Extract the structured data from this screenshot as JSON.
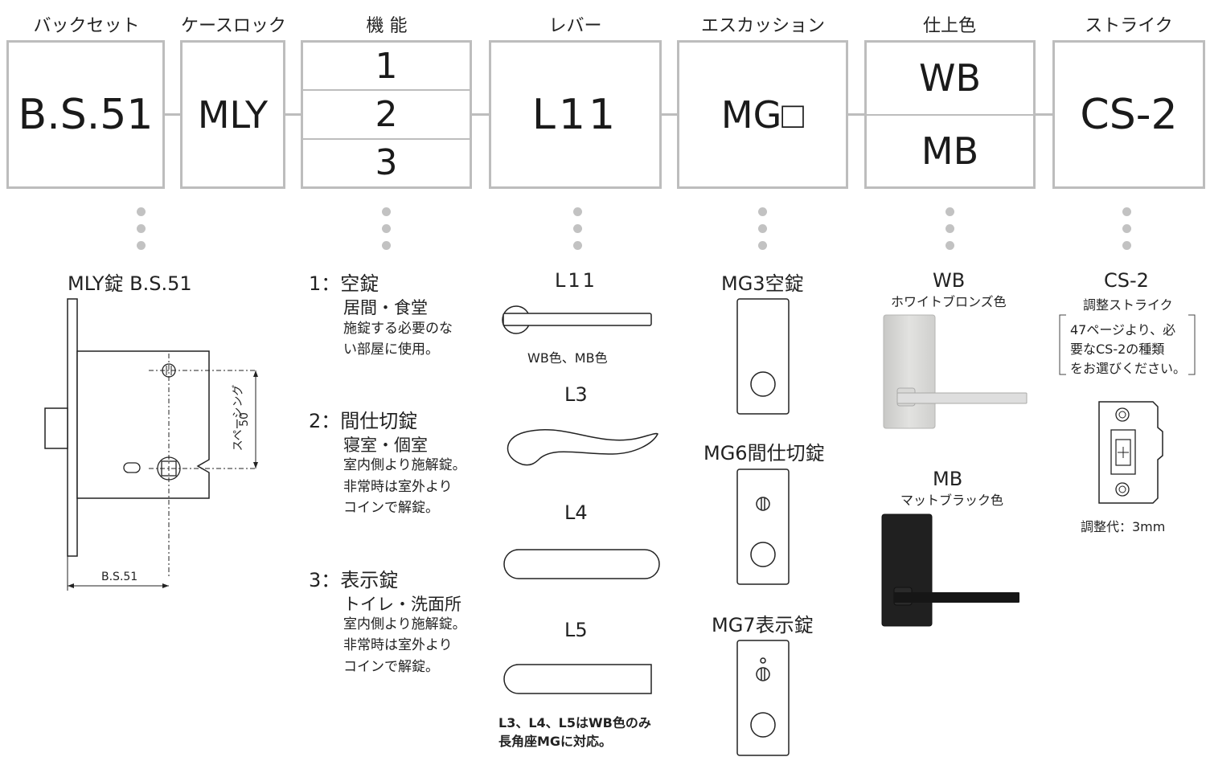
{
  "headers": [
    "バックセット",
    "ケースロック",
    "機 能",
    "レバー",
    "エスカッション",
    "仕上色",
    "ストライク"
  ],
  "boxes": {
    "backset": "B.S.51",
    "caselock": "MLY",
    "functions": [
      "1",
      "2",
      "3"
    ],
    "lever": "L11",
    "escutcheon": "MG",
    "escutcheon_placeholder": "□",
    "finish": [
      "WB",
      "MB"
    ],
    "strike": "CS-2"
  },
  "lock": {
    "title": "MLY錠 B.S.51",
    "spacing_label": "スペーシング",
    "spacing_value": "50",
    "bs_label": "B.S.51"
  },
  "functions": [
    {
      "title": "1：空錠",
      "room": "居間・食堂",
      "desc": [
        "施錠する必要のな",
        "い部屋に使用。"
      ]
    },
    {
      "title": "2：間仕切錠",
      "room": "寝室・個室",
      "desc": [
        "室内側より施解錠。",
        "非常時は室外より",
        "コインで解錠。"
      ]
    },
    {
      "title": "3：表示錠",
      "room": "トイレ・洗面所",
      "desc": [
        "室内側より施解錠。",
        "非常時は室外より",
        "コインで解錠。"
      ]
    }
  ],
  "levers": {
    "l11": "L11",
    "l11_colors": "WB色、MB色",
    "l3": "L3",
    "l4": "L4",
    "l5": "L5",
    "note": [
      "L3、L4、L5はWB色のみ",
      "長角座MGに対応。"
    ]
  },
  "escutcheons": [
    "MG3空錠",
    "MG6間仕切錠",
    "MG7表示錠"
  ],
  "finishes": [
    {
      "code": "WB",
      "name": "ホワイトブロンズ色",
      "color": "#d4d4d2"
    },
    {
      "code": "MB",
      "name": "マットブラック色",
      "color": "#1c1c1c"
    }
  ],
  "strike": {
    "code": "CS-2",
    "name": "調整ストライク",
    "note": [
      "47ページより、必",
      "要なCS-2の種類",
      "をお選びください。"
    ],
    "adjust": "調整代：3mm"
  }
}
